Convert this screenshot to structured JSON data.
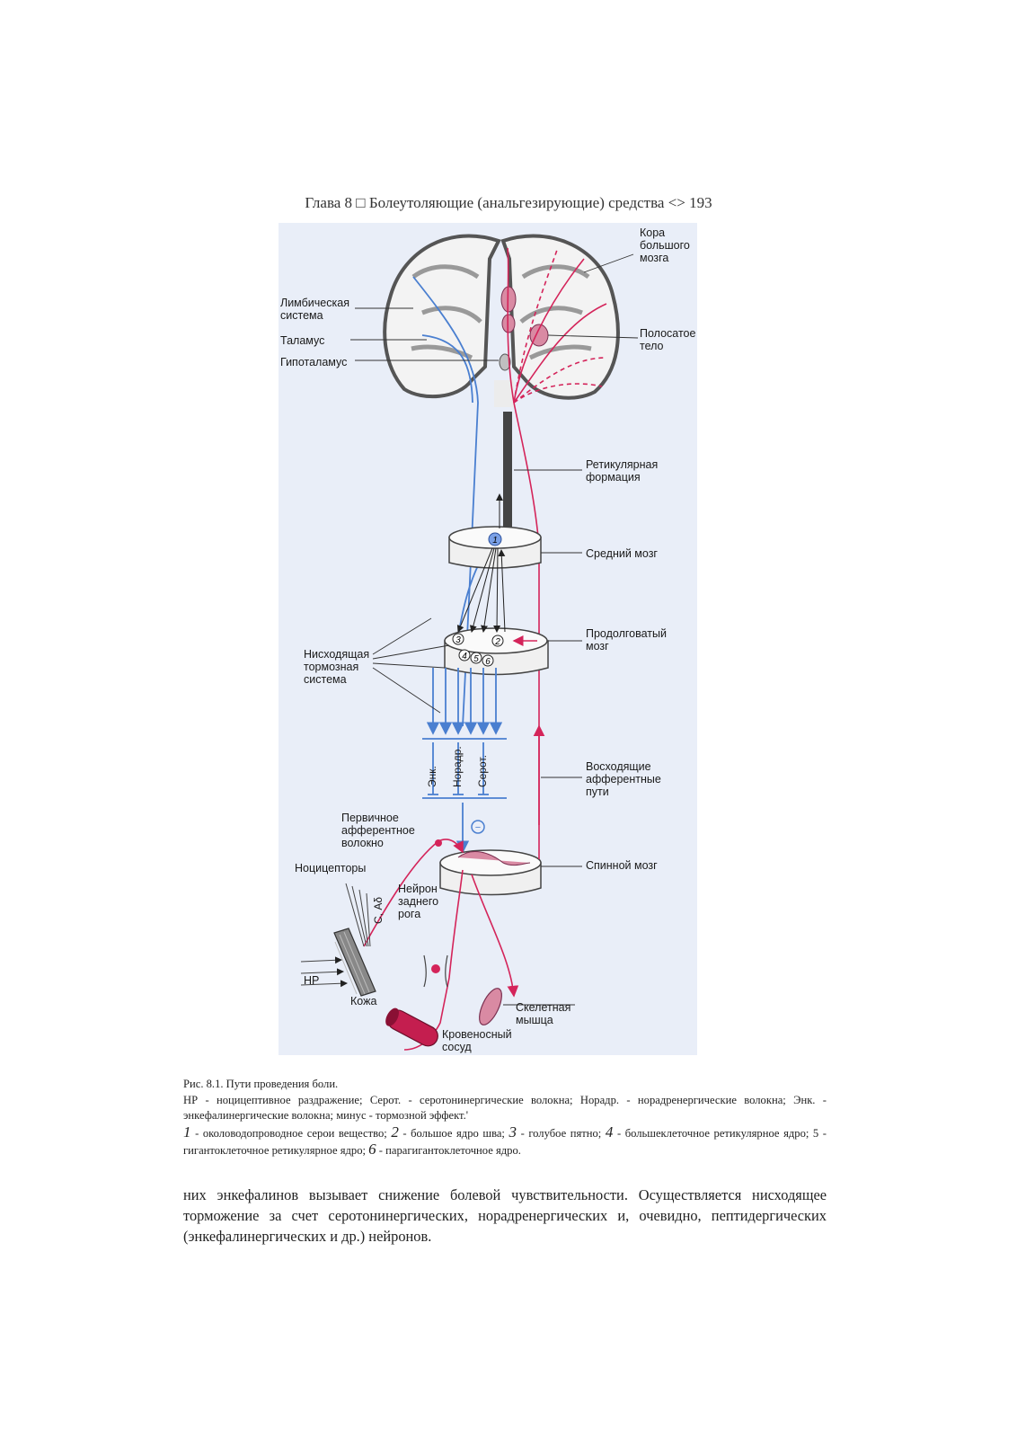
{
  "header": {
    "running_head": "Глава 8 □ Болеутоляющие (анальгезирующие) средства <> 193"
  },
  "figure": {
    "labels": {
      "cortex": "Кора\nбольшого\nмозга",
      "limbic": "Лимбическая\nсистема",
      "thalamus": "Таламус",
      "hypothalamus": "Гипоталамус",
      "striatum": "Полосатое\nтело",
      "reticular": "Ретикулярная\nформация",
      "midbrain": "Средний мозг",
      "medulla": "Продолговатый\nмозг",
      "descending": "Нисходящая\nтормозная\nсистема",
      "ascending": "Восходящие\nафферентные\nпути",
      "primary_afferent": "Первичное\nафферентное\nволокно",
      "nociceptors": "Ноцицепторы",
      "spinal_cord": "Спинной мозг",
      "dorsal_horn": "Нейрон\nзаднего\nрога",
      "fiber_type": "С, Аδ",
      "hp": "НР",
      "skin": "Кожа",
      "muscle": "Скелетная\nмышца",
      "vessel": "Кровеносный\nсосуд",
      "enk": "Энк.",
      "noradr": "Норадр.",
      "serot": "Серот.",
      "minus": "−",
      "n1": "1",
      "n2": "2",
      "n3": "3",
      "n4": "4",
      "n5": "5",
      "n6": "6"
    },
    "colors": {
      "descending_blue": "#4a7fd0",
      "ascending_red": "#d4245a",
      "tissue_gray": "#bdbdbd",
      "background_tint": "#e9eef8"
    }
  },
  "caption": {
    "title": "Рис. 8.1. Пути проведения боли.",
    "abbrev": "НР - ноцицептивное раздражение; Серот. - серотонинергические волокна; Норадр. - норадренергические волокна; Энк. - энкефалинергические волокна; минус - тормозной эффект.'",
    "k1": "1",
    "d1": " - околоводопроводное серои вещество; ",
    "k2": "2",
    "d2": " - большое ядро шва; ",
    "k3": "3",
    "d3": " - голубое пятно; ",
    "k4": "4",
    "d4": " - большеклеточное ретикулярное ядро; 5 - гигантоклеточное ретикулярное ядро; ",
    "k6": "6",
    "d6": " - парагигантоклеточное ядро."
  },
  "body": {
    "paragraph": "них энкефалинов вызывает снижение болевой чувствительности. Осуществляется нисходящее торможение за счет серотонинергических, норадренергических и, очевидно, пептидергических (энкефалинергических и др.) нейронов."
  }
}
